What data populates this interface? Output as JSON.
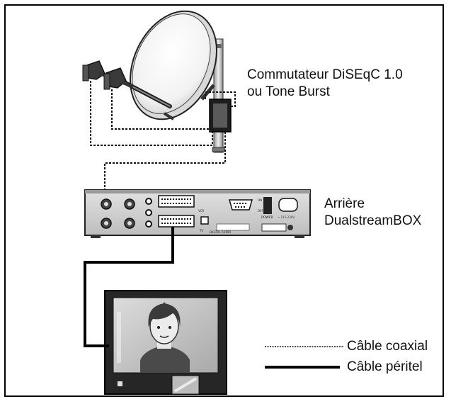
{
  "labels": {
    "switch_line1": "Commutateur DiSEqC 1.0",
    "switch_line2": "ou Tone Burst",
    "receiver_line1": "Arrière",
    "receiver_line2": "DualstreamBOX"
  },
  "legend": {
    "coax": "Câble coaxial",
    "scart": "Câble péritel"
  },
  "receiver_panel": {
    "power": "POWER",
    "on": "ON",
    "off": "OFF",
    "tv": "TV",
    "vcr": "VCR",
    "digital_audio": "DIGITAL AUDIO"
  }
}
